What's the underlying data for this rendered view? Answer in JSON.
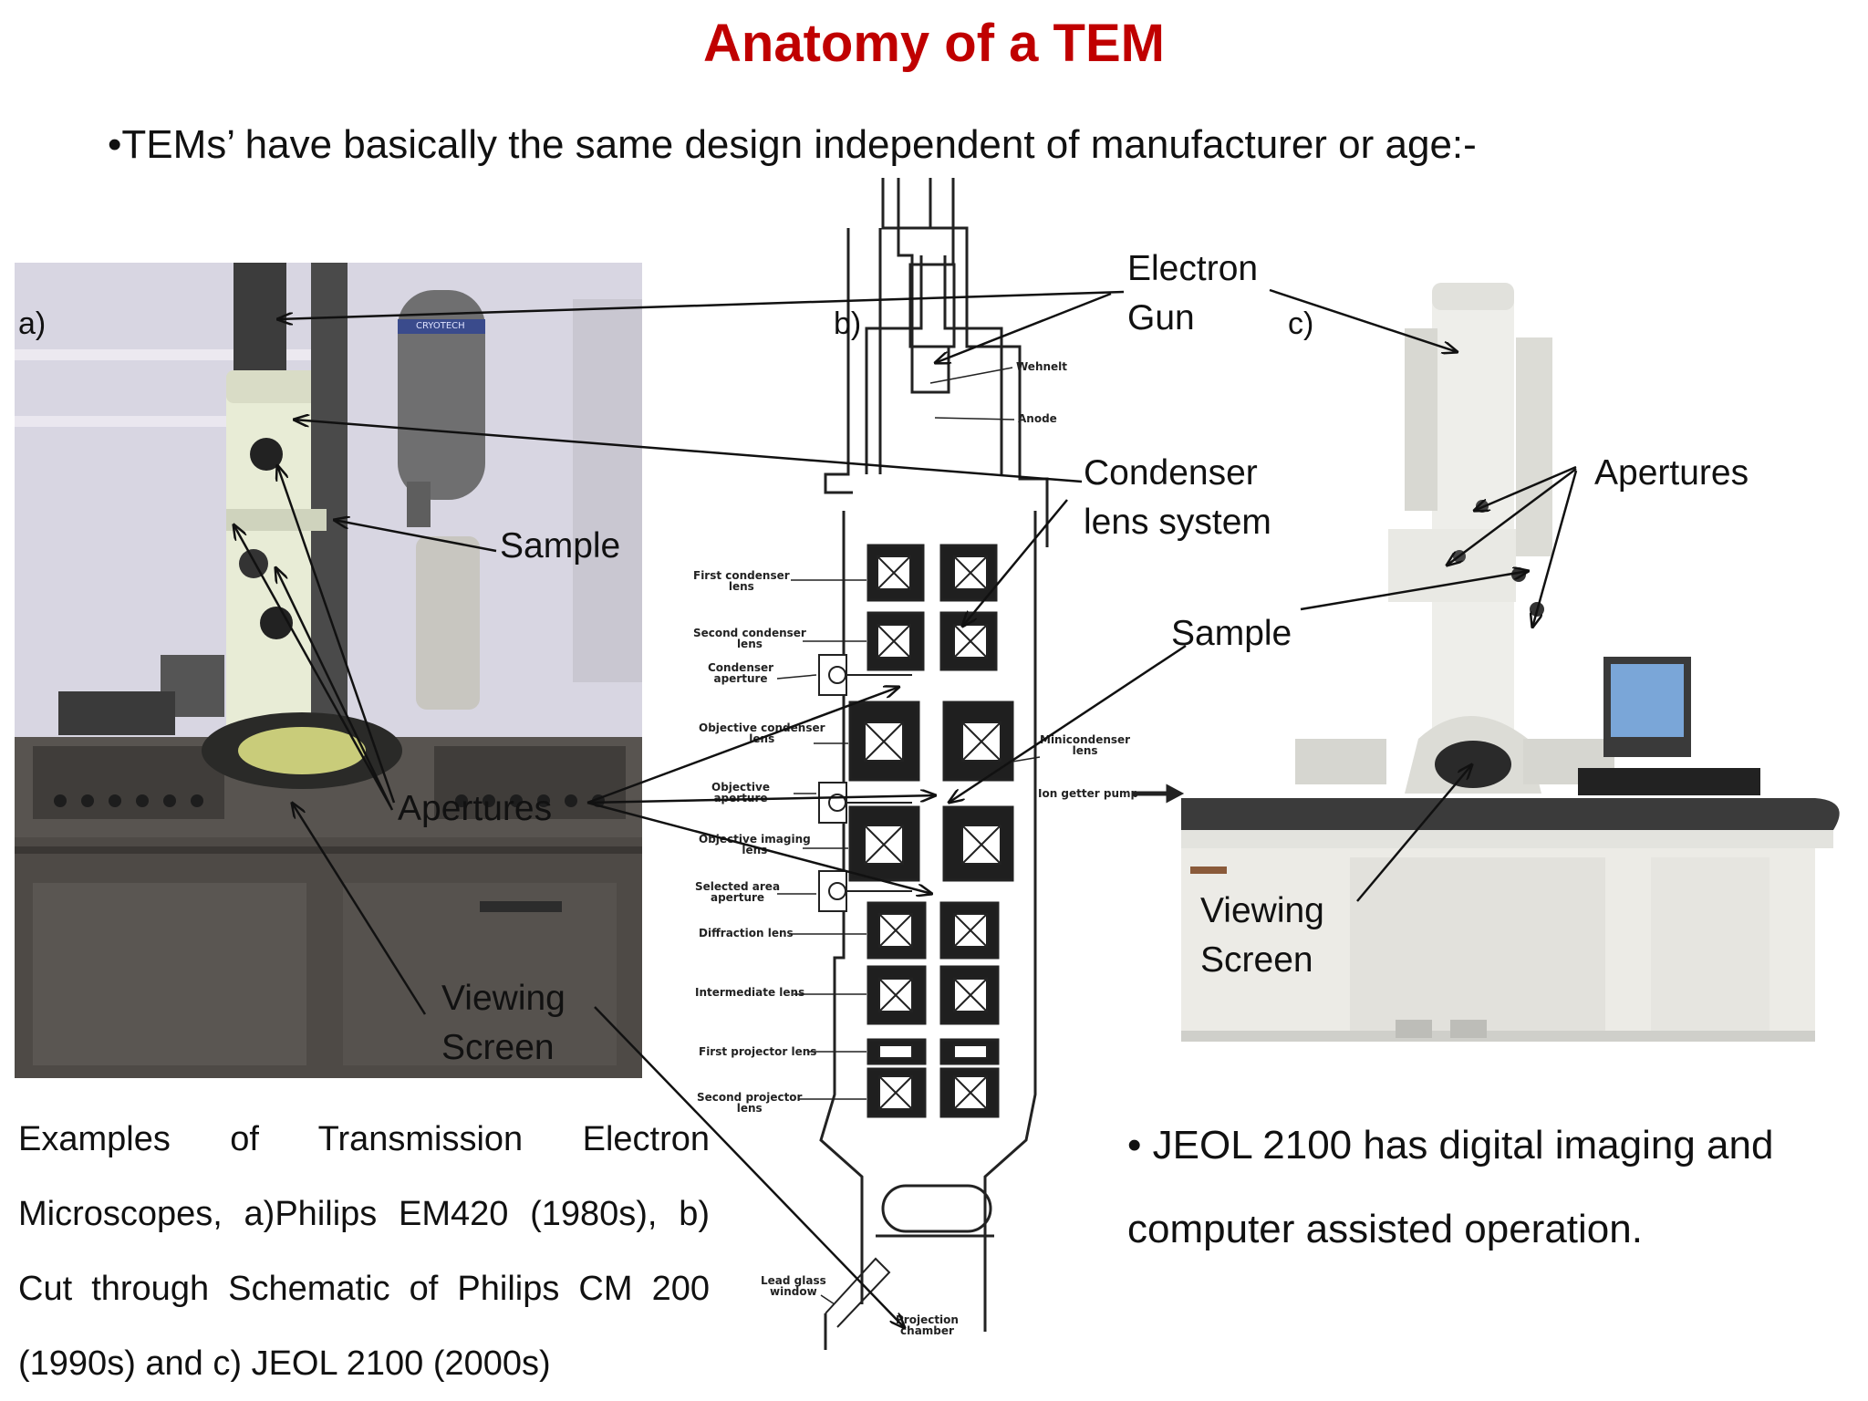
{
  "slide": {
    "title": "Anatomy of a TEM",
    "subtitle": "•TEMs’ have basically the same design independent of manufacturer or age:-"
  },
  "panel_letters": {
    "a": "a)",
    "b": "b)",
    "c": "c)"
  },
  "labels": {
    "electron_gun": [
      "Electron",
      "Gun"
    ],
    "condenser": [
      "Condenser",
      "lens system"
    ],
    "sample_a": "Sample",
    "sample_c": "Sample",
    "apertures_a": "Apertures",
    "apertures_c": "Apertures",
    "viewing_a": [
      "Viewing",
      "Screen"
    ],
    "viewing_c": [
      "Viewing",
      "Screen"
    ]
  },
  "schematic_labels": {
    "wehnelt": "Wehnelt",
    "anode": "Anode",
    "first_condenser": [
      "First condenser",
      "lens"
    ],
    "second_condenser": [
      "Second condenser",
      "lens"
    ],
    "condenser_aperture": [
      "Condenser",
      "aperture"
    ],
    "objective_condenser": [
      "Objective condenser",
      "lens"
    ],
    "minicondenser": [
      "Minicondenser",
      "lens"
    ],
    "ion_getter": "Ion getter pump",
    "objective_aperture": [
      "Objective",
      "aperture"
    ],
    "objective_imaging": [
      "Objective imaging",
      "lens"
    ],
    "selected_area": [
      "Selected area",
      "aperture"
    ],
    "diffraction": "Diffraction lens",
    "intermediate": "Intermediate lens",
    "first_projector": "First projector lens",
    "second_projector": [
      "Second projector",
      "lens"
    ],
    "lead_glass": [
      "Lead glass",
      "window"
    ],
    "projection_chamber": [
      "Projection",
      "chamber"
    ]
  },
  "caption": "Examples of Transmission Electron Microscopes, a)Philips EM420 (1980s), b) Cut through Schematic of Philips CM 200 (1990s) and c) JEOL 2100 (2000s)",
  "note": "• JEOL 2100 has digital imaging and computer assisted operation.",
  "photo_a_brand": "CRYOTECH",
  "colors": {
    "title": "#c00000",
    "text": "#111111"
  }
}
